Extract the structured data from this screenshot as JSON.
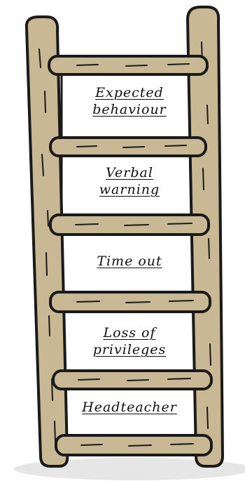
{
  "steps": [
    {
      "lines": [
        "Expected",
        "behaviour"
      ]
    },
    {
      "lines": [
        "Verbal",
        "warning"
      ]
    },
    {
      "lines": [
        "Time out"
      ]
    },
    {
      "lines": [
        "Loss of",
        "privileges"
      ]
    },
    {
      "lines": [
        "Headteacher"
      ]
    }
  ],
  "colors": {
    "wood": "#c8b893",
    "wood_dark": "#8d7a58",
    "outline": "#1a1a1a",
    "panel": "#ffffff",
    "shadow": "#e6e6e6"
  }
}
